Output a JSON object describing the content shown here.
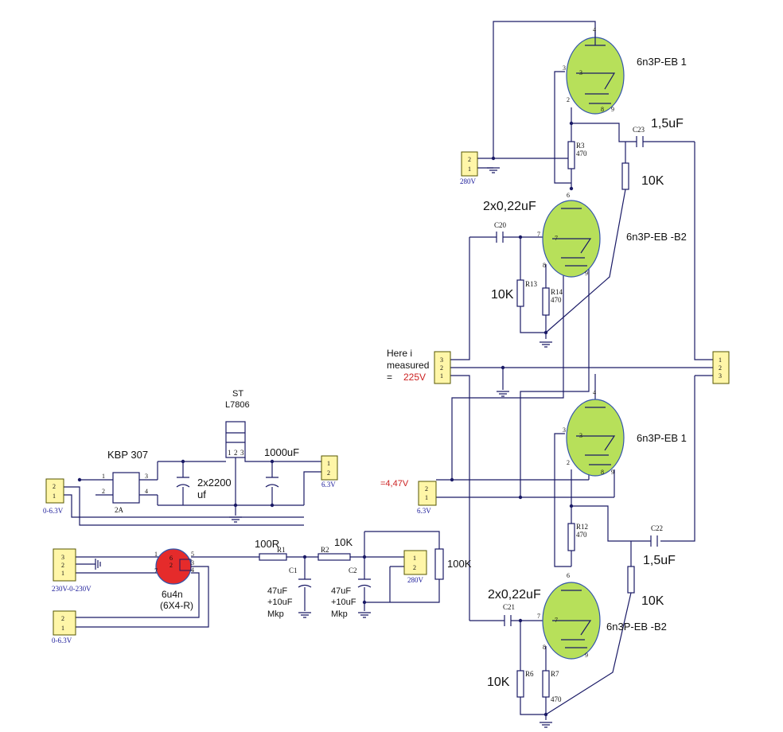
{
  "connectors": {
    "top_supply": {
      "pins": [
        "2",
        "1"
      ],
      "label": "280V"
    },
    "mid_input": {
      "pins": [
        "3",
        "2",
        "1"
      ]
    },
    "right_output": {
      "pins": [
        "1",
        "2",
        "3"
      ]
    },
    "heater_63_mid": {
      "pins": [
        "2",
        "1"
      ],
      "label": "6.3V"
    },
    "left_heater": {
      "pins": [
        "2",
        "1"
      ],
      "label": "0-6.3V"
    },
    "reg_out": {
      "pins": [
        "1",
        "2"
      ],
      "label": "6.3V"
    },
    "mains": {
      "pins": [
        "3",
        "2",
        "1"
      ],
      "label": "230V-0-230V"
    },
    "heater_bottom": {
      "pins": [
        "2",
        "1"
      ],
      "label": "0-6.3V"
    },
    "hv_out": {
      "pins": [
        "1",
        "2"
      ],
      "label": "280V"
    }
  },
  "measurement": {
    "line1": "Here i",
    "line2": "measured",
    "eq": "=",
    "value": "225V"
  },
  "heater_measure": "=4,47V",
  "tubes": {
    "t1": {
      "label": "6n3P-EB 1",
      "pins": [
        "4",
        "3",
        "3",
        "2",
        "8",
        "9"
      ]
    },
    "t2": {
      "label": "6n3P-EB  -B2",
      "pins": [
        "6",
        "7",
        "7",
        "8",
        "9"
      ]
    },
    "t3": {
      "label": "6n3P-EB 1",
      "pins": [
        "4",
        "3",
        "3",
        "2",
        "8",
        "9"
      ]
    },
    "t4": {
      "label": "6n3P-EB -B2",
      "pins": [
        "6",
        "7",
        "7",
        "8",
        "9"
      ]
    }
  },
  "components": {
    "R3": {
      "ref": "R3",
      "value": "470"
    },
    "R13": {
      "ref": "R13"
    },
    "R14": {
      "ref": "R14",
      "value": "470"
    },
    "R12": {
      "ref": "R12",
      "value": "470"
    },
    "R6": {
      "ref": "R6"
    },
    "R7": {
      "ref": "R7",
      "value": "470"
    },
    "C23": {
      "ref": "C23"
    },
    "C20": {
      "ref": "C20"
    },
    "C22": {
      "ref": "C22"
    },
    "C21": {
      "ref": "C21"
    },
    "R1": {
      "ref": "R1"
    },
    "R2": {
      "ref": "R2"
    },
    "C1": {
      "ref": "C1"
    },
    "C2": {
      "ref": "C2"
    }
  },
  "values": {
    "c23": "1,5uF",
    "r_top": "10K",
    "c20": "2x0,22uF",
    "r13": "10K",
    "c22": "1,5uF",
    "r_bottom": "10K",
    "c21": "2x0,22uF",
    "r6": "10K"
  },
  "psu": {
    "bridge": "KBP 307",
    "bridge_rating": "2A",
    "bridge_pins": [
      "1",
      "2",
      "3",
      "4"
    ],
    "reg_name": "ST",
    "reg_part": "L7806",
    "reg_pins": [
      "1",
      "2",
      "3"
    ],
    "cap_main": "2x2200",
    "cap_main_unit": "uf",
    "cap_out": "1000uF"
  },
  "hv": {
    "rectifier": "6u4n",
    "rectifier_alt": "(6X4-R)",
    "rect_pins": [
      "1",
      "5",
      "3",
      "4",
      "6",
      "2",
      "7"
    ],
    "r1_value": "100R",
    "r2_value": "10K",
    "c1_value": "47uF",
    "c1_bypass": "+10uF",
    "c1_type": "Mkp",
    "c2_value": "47uF",
    "c2_bypass": "+10uF",
    "c2_type": "Mkp",
    "bleeder": "100K"
  },
  "colors": {
    "wire": "#1a1a66",
    "tube_fill": "#b7e05a",
    "rectifier_fill": "#e52b2b",
    "connector_fill": "#fff6a8",
    "measure_red": "#cc2222"
  }
}
